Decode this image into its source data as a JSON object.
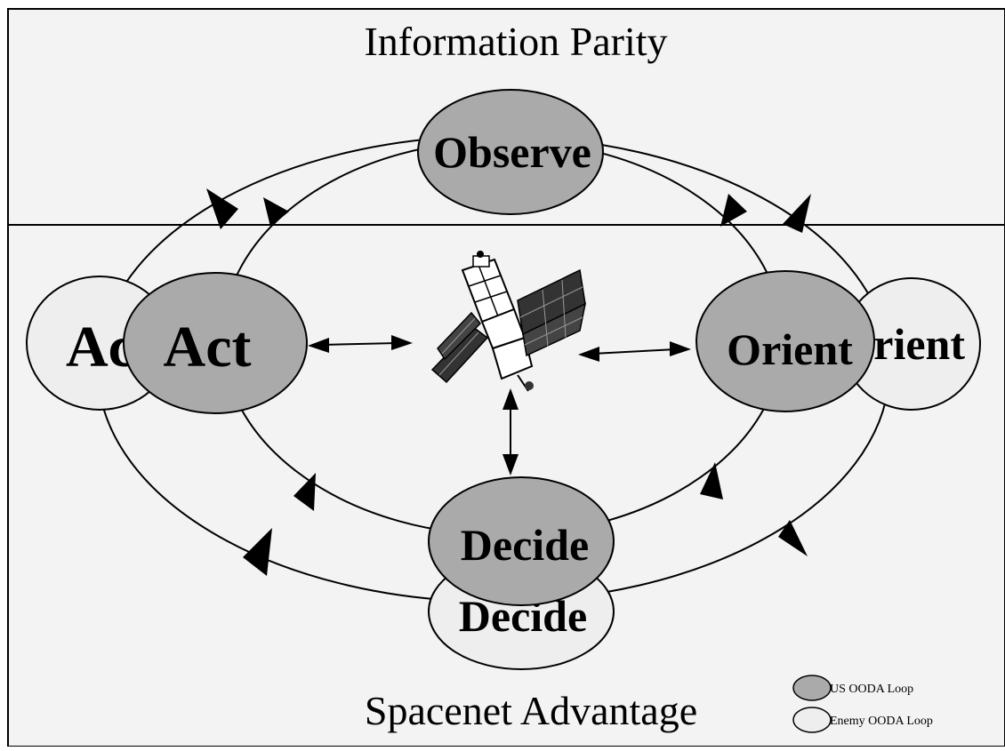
{
  "zones": {
    "top_title": "Information Parity",
    "bottom_title": "Spacenet Advantage"
  },
  "enemy_loop": {
    "act": "Act",
    "orient": "Orient",
    "decide": "Decide"
  },
  "us_loop": {
    "observe": "Observe",
    "act": "Act",
    "orient": "Orient",
    "decide": "Decide"
  },
  "legend": {
    "us": "US OODA Loop",
    "enemy": "Enemy OODA Loop"
  },
  "colors": {
    "us_fill": "#aaaaaa",
    "enemy_fill": "#eeeeee",
    "top_band": "#f3f3f3",
    "bottom_band": "#f3f3f3",
    "stroke": "#000000"
  },
  "center_image": "satellite-icon"
}
